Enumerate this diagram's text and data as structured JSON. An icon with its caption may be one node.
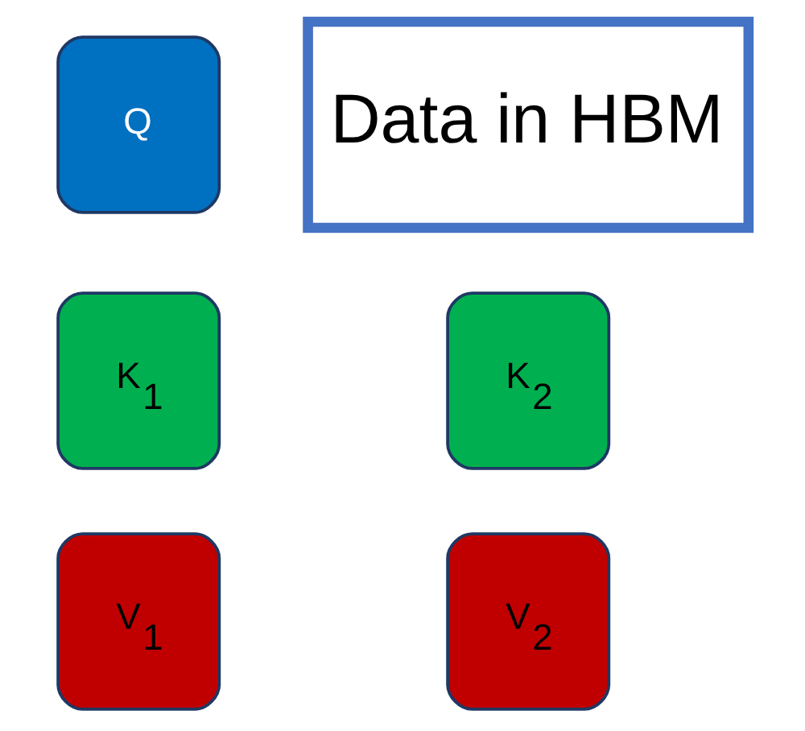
{
  "diagram": {
    "nodes": [
      {
        "text": [
          "Q"
        ]
      },
      {
        "text": [
          "Data in HBM"
        ]
      },
      {
        "text": [
          "K$_{1}$"
        ]
      },
      {
        "text": [
          "K$_{2}$"
        ]
      },
      {
        "text": [
          "V$_{1}$"
        ]
      },
      {
        "text": [
          "V$_{2}$"
        ]
      }
    ]
  }
}
